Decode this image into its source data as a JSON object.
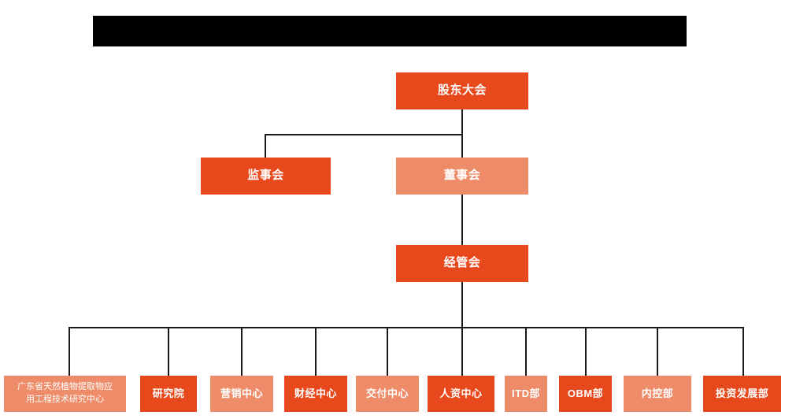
{
  "page": {
    "title_bar": {
      "name": "redacted-title-bar",
      "state": "redacted",
      "color": "#000000"
    },
    "background": "#ffffff"
  },
  "theme": {
    "dark_orange": "#E8491C",
    "light_orange": "#EE8B68",
    "connector_color": "#1a1a1a",
    "node_text_color": "#ffffff"
  },
  "chart_data": {
    "type": "diagram",
    "subtype": "org-chart",
    "title": "",
    "levels": [
      {
        "level": 1,
        "nodes": [
          {
            "id": "shareholders",
            "label": "股东大会",
            "tone": "dark"
          }
        ]
      },
      {
        "level": 2,
        "nodes": [
          {
            "id": "supervisors",
            "label": "监事会",
            "tone": "dark"
          },
          {
            "id": "directors",
            "label": "董事会",
            "tone": "light"
          }
        ]
      },
      {
        "level": 3,
        "nodes": [
          {
            "id": "mgmt",
            "label": "经管会",
            "tone": "dark"
          }
        ]
      },
      {
        "level": 4,
        "nodes": [
          {
            "id": "gd-center",
            "label": "广东省天然植物提取物应用工程技术研究中心",
            "label_line1": "广东省天然植物提取物应",
            "label_line2": "用工程技术研究中心",
            "tone": "light"
          },
          {
            "id": "research-institute",
            "label": "研究院",
            "tone": "dark"
          },
          {
            "id": "marketing-center",
            "label": "营销中心",
            "tone": "light"
          },
          {
            "id": "finance-center",
            "label": "财经中心",
            "tone": "dark"
          },
          {
            "id": "delivery-center",
            "label": "交付中心",
            "tone": "light"
          },
          {
            "id": "hr-center",
            "label": "人资中心",
            "tone": "dark"
          },
          {
            "id": "itd-dept",
            "label": "ITD部",
            "tone": "light"
          },
          {
            "id": "obm-dept",
            "label": "OBM部",
            "tone": "dark"
          },
          {
            "id": "internal-control-dept",
            "label": "内控部",
            "tone": "light"
          },
          {
            "id": "investment-dev-dept",
            "label": "投资发展部",
            "tone": "dark"
          }
        ]
      }
    ],
    "edges": [
      {
        "from": "shareholders",
        "to": "supervisors"
      },
      {
        "from": "shareholders",
        "to": "directors"
      },
      {
        "from": "directors",
        "to": "mgmt"
      },
      {
        "from": "mgmt",
        "to": "gd-center"
      },
      {
        "from": "mgmt",
        "to": "research-institute"
      },
      {
        "from": "mgmt",
        "to": "marketing-center"
      },
      {
        "from": "mgmt",
        "to": "finance-center"
      },
      {
        "from": "mgmt",
        "to": "delivery-center"
      },
      {
        "from": "mgmt",
        "to": "hr-center"
      },
      {
        "from": "mgmt",
        "to": "itd-dept"
      },
      {
        "from": "mgmt",
        "to": "obm-dept"
      },
      {
        "from": "mgmt",
        "to": "internal-control-dept"
      },
      {
        "from": "mgmt",
        "to": "investment-dev-dept"
      }
    ]
  }
}
